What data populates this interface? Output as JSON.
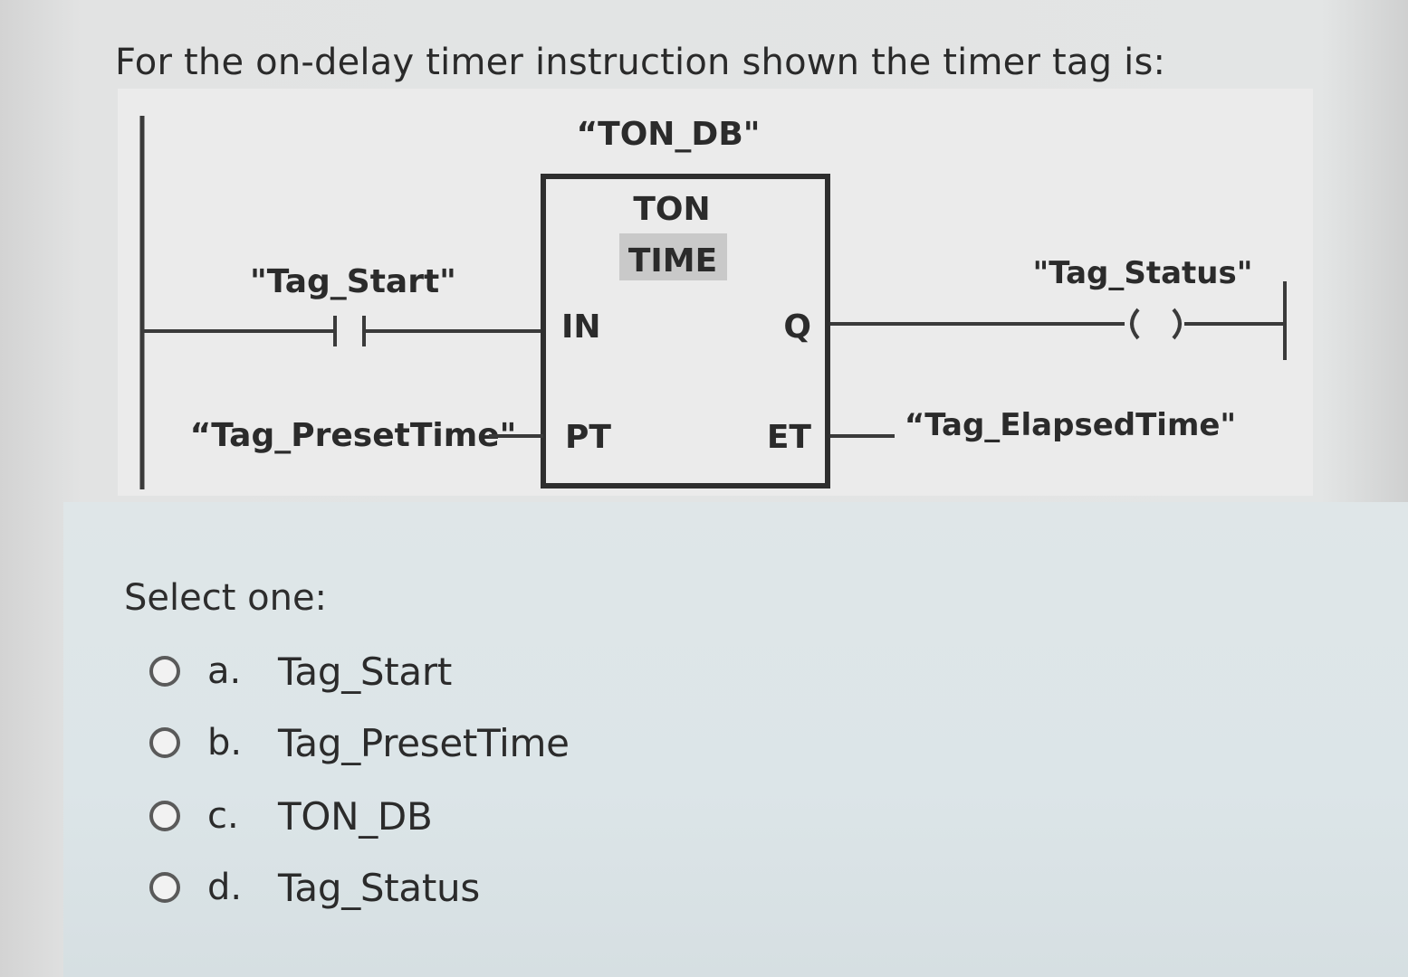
{
  "question": {
    "text": "For the on-delay timer instruction shown the timer tag is:"
  },
  "diagram": {
    "instance_tag": "“TON_DB\"",
    "block_type": "TON",
    "block_datatype": "TIME",
    "pins": {
      "in": "IN",
      "pt": "PT",
      "q": "Q",
      "et": "ET"
    },
    "contact_tag": "\"Tag_Start\"",
    "preset_tag": "“Tag_PresetTime\"",
    "coil_tag": "\"Tag_Status\"",
    "coil_symbol": "( )",
    "elapsed_tag": "“Tag_ElapsedTime\""
  },
  "answer": {
    "prompt": "Select one:",
    "options": [
      {
        "letter": "a.",
        "text": "Tag_Start"
      },
      {
        "letter": "b.",
        "text": "Tag_PresetTime"
      },
      {
        "letter": "c.",
        "text": "TON_DB"
      },
      {
        "letter": "d.",
        "text": "Tag_Status"
      }
    ],
    "selected": null
  },
  "colors": {
    "background": "#e3e5e5",
    "answer_panel": "#dce5e8",
    "diagram_background": "#ebebeb",
    "line": "#3a3a3a",
    "text": "#2b2b2b",
    "datatype_highlight": "#c9c9c9"
  }
}
